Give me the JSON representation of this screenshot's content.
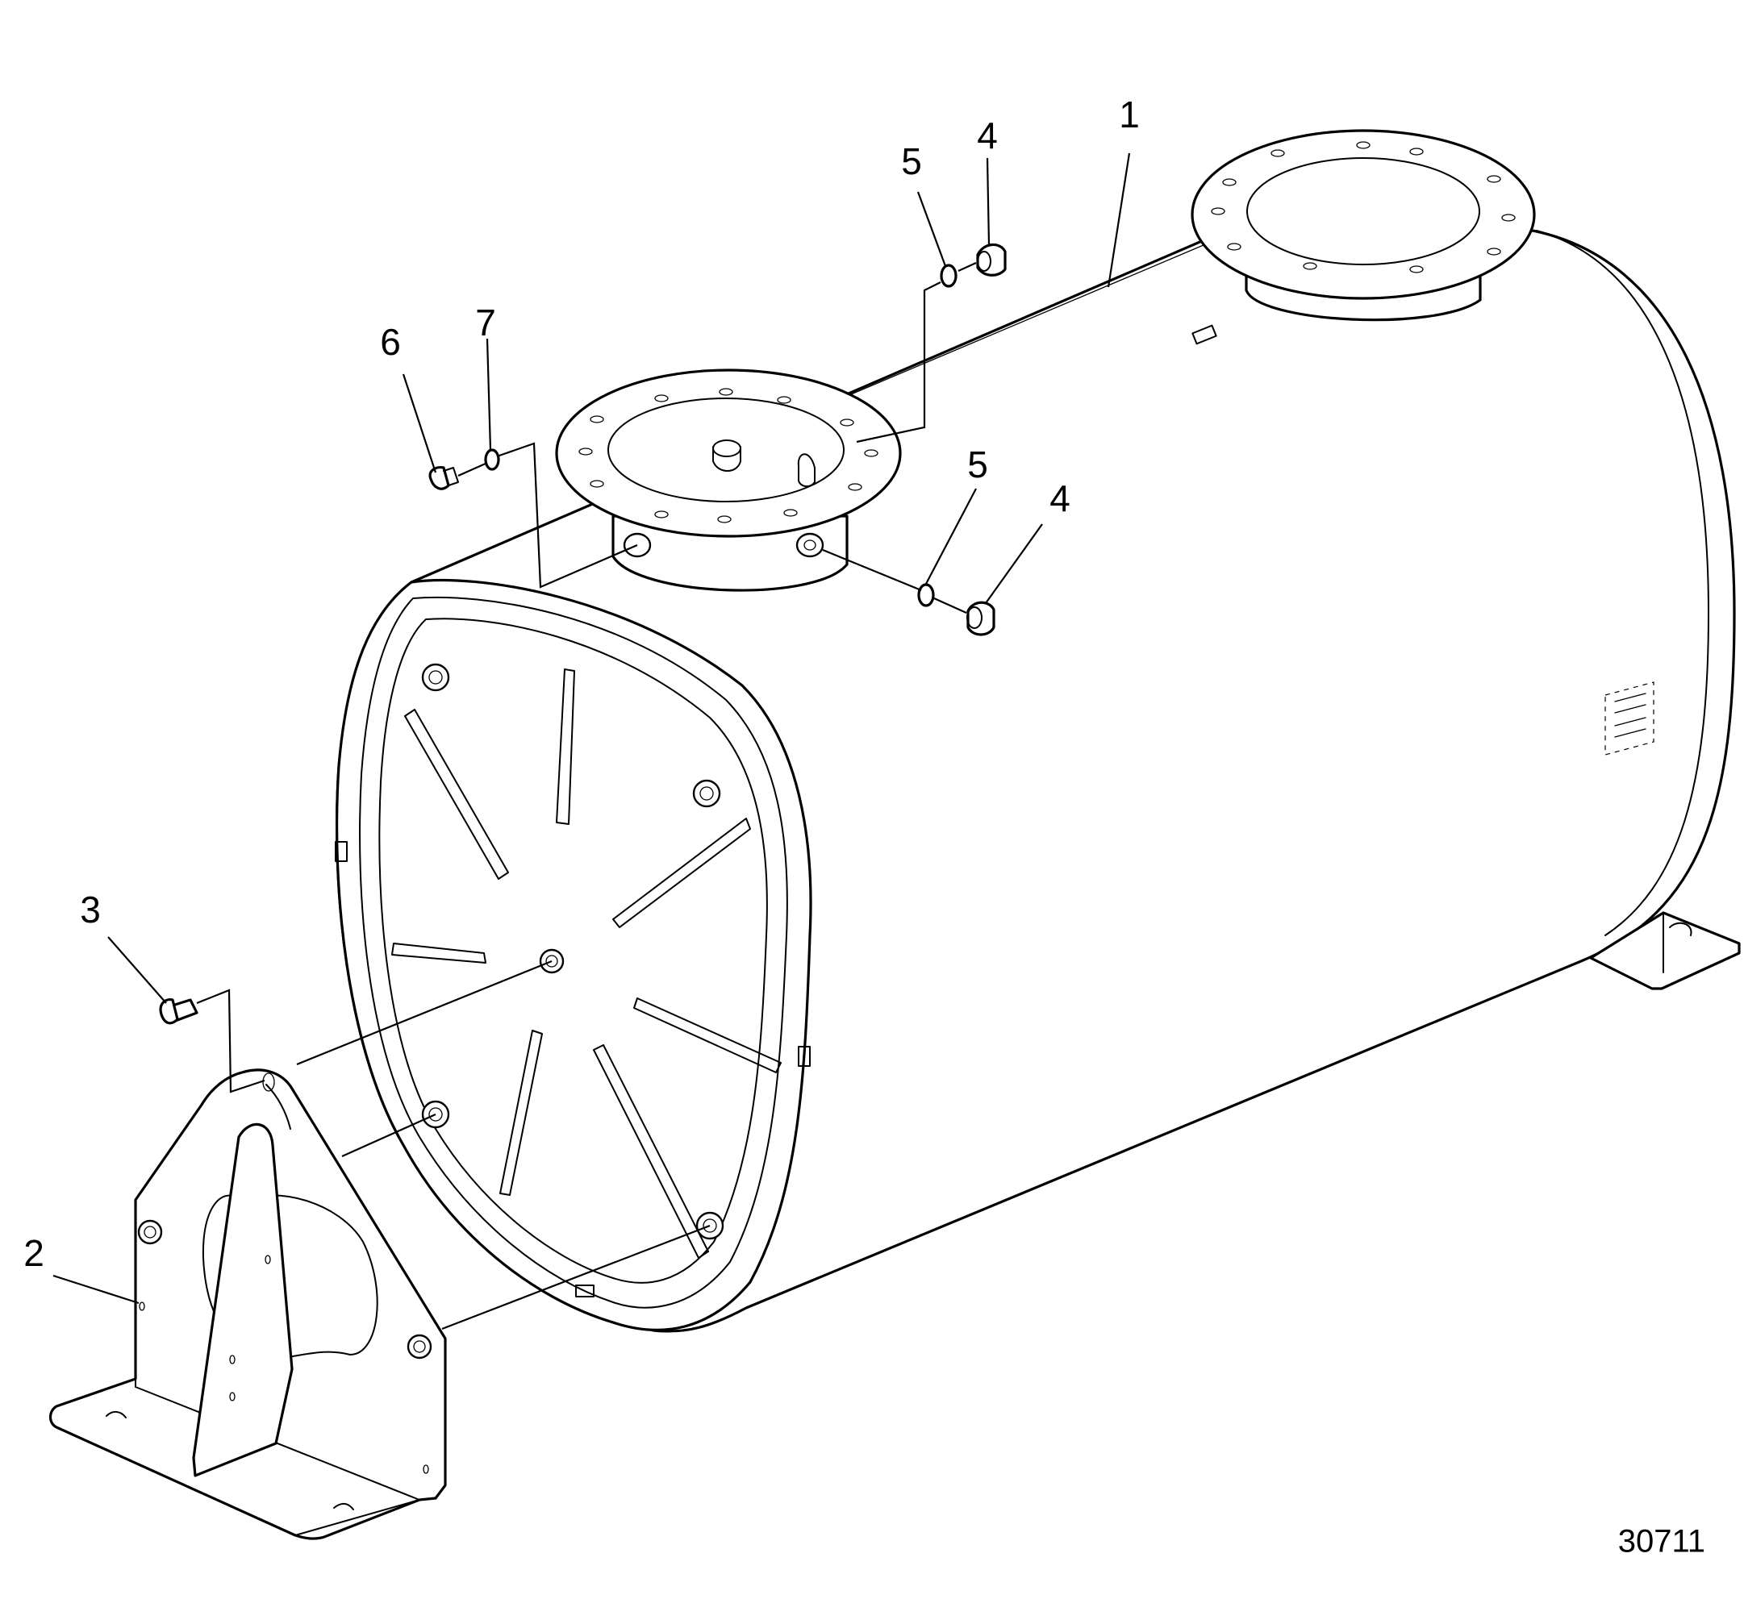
{
  "diagram": {
    "type": "exploded parts illustration",
    "callouts": {
      "c1": "1",
      "c2": "2",
      "c3": "3",
      "c4a": "4",
      "c4b": "4",
      "c5a": "5",
      "c5b": "5",
      "c6": "6",
      "c7": "7"
    },
    "reference_number": "30711"
  }
}
